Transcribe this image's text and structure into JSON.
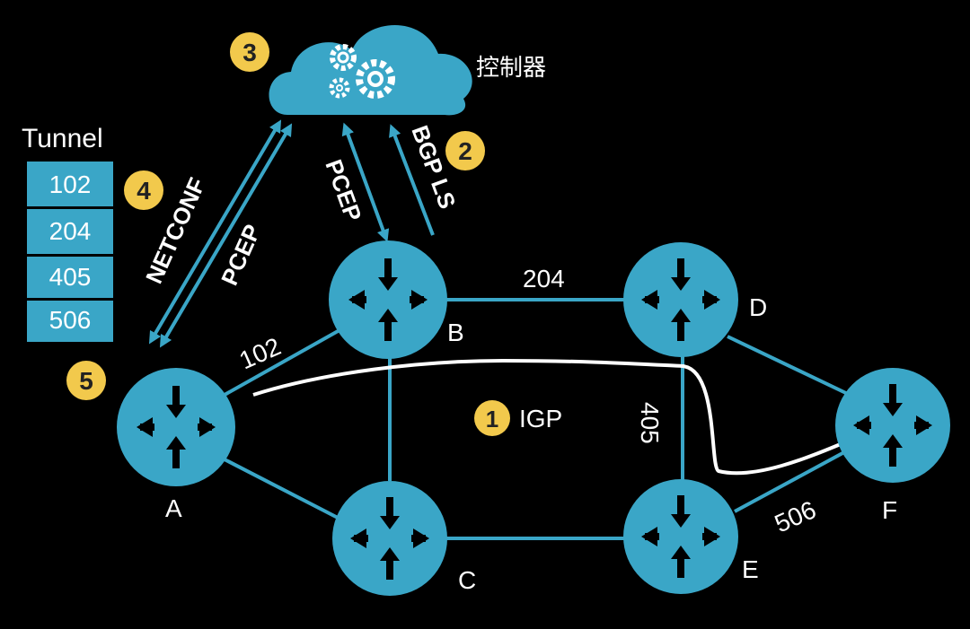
{
  "colors": {
    "background": "#000000",
    "router": "#3aa6c7",
    "link": "#3aa6c7",
    "badge": "#f2c94c",
    "cloud": "#3aa6c7",
    "tunnel_cell": "#3aa6c7",
    "path": "#ffffff"
  },
  "controller": {
    "label": "控制器",
    "icon": "gears-icon"
  },
  "tunnel": {
    "title": "Tunnel",
    "labels": [
      "102",
      "204",
      "405",
      "506"
    ]
  },
  "routers": {
    "A": "A",
    "B": "B",
    "C": "C",
    "D": "D",
    "E": "E",
    "F": "F"
  },
  "links": {
    "ab": "102",
    "bd": "204",
    "de": "405",
    "ef": "506"
  },
  "protocols": {
    "netconf": "NETCONF",
    "pcep_a": "PCEP",
    "pcep_b": "PCEP",
    "bgp_ls": "BGP LS"
  },
  "steps": {
    "s1": {
      "num": "1",
      "label": "IGP"
    },
    "s2": {
      "num": "2"
    },
    "s3": {
      "num": "3"
    },
    "s4": {
      "num": "4"
    },
    "s5": {
      "num": "5"
    }
  }
}
